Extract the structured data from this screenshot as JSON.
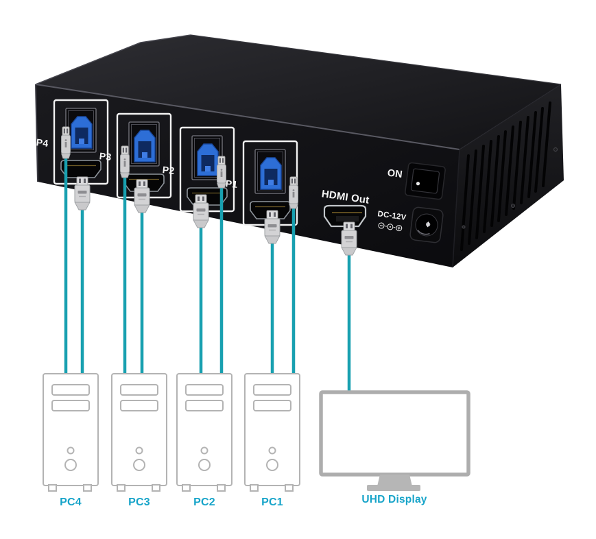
{
  "diagram": {
    "device": {
      "ports": [
        {
          "label": "P4"
        },
        {
          "label": "P3"
        },
        {
          "label": "P2"
        },
        {
          "label": "P1"
        }
      ],
      "hdmi_out_label": "HDMI Out",
      "power_switch_label": "ON",
      "dc_power_label": "DC-12V"
    },
    "computers": [
      {
        "label": "PC4"
      },
      {
        "label": "PC3"
      },
      {
        "label": "PC2"
      },
      {
        "label": "PC1"
      }
    ],
    "display": {
      "label": "UHD Display"
    },
    "colors": {
      "cable": "#18a0b0",
      "pc_label": "#17a4c9",
      "device_text": "#f5f5f5",
      "usb_blue": "#2d6ed6",
      "outline_gray": "#b3b3b3"
    }
  }
}
